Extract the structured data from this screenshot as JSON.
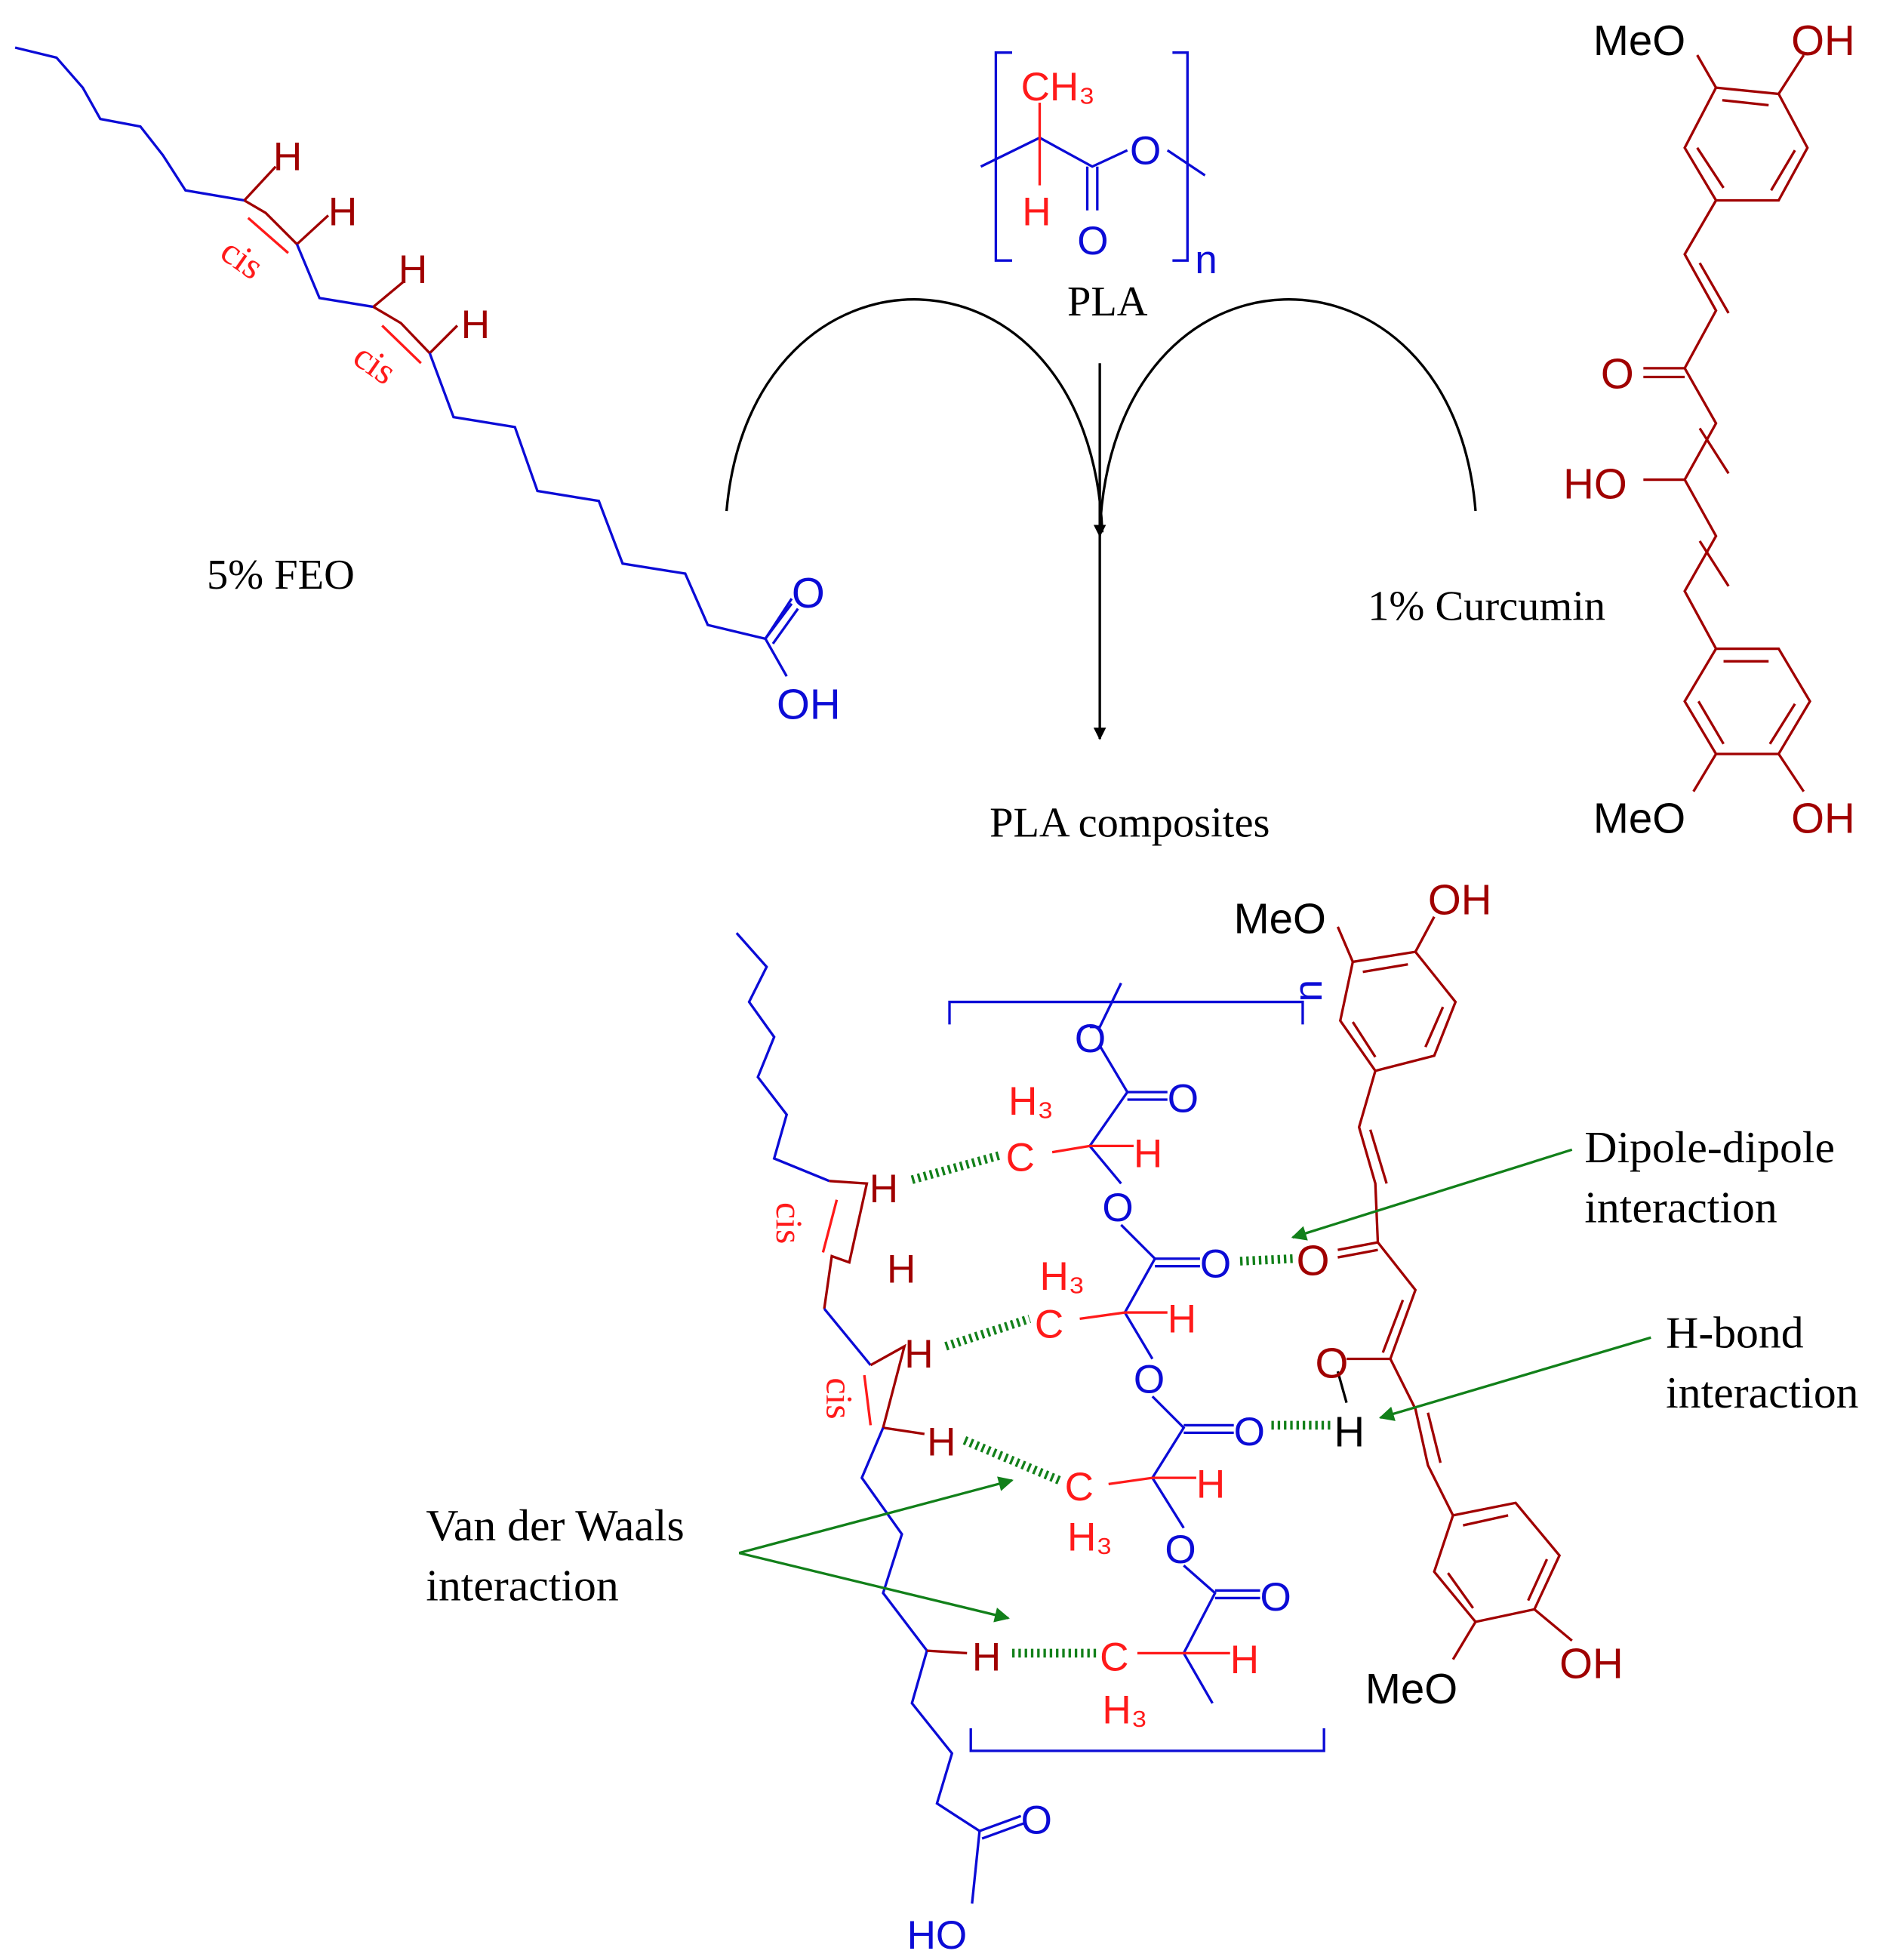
{
  "colors": {
    "blue": "#0b0bd6",
    "red": "#ff1a1a",
    "darkred": "#a00000",
    "green": "#12801a",
    "black": "#000000"
  },
  "top": {
    "feo_label": "5% FEO",
    "pla_label": "PLA",
    "curcumin_label": "1% Curcumin",
    "product_label": "PLA  composites",
    "cis": "cis",
    "H": "H",
    "O": "O",
    "OH": "OH",
    "HO": "HO",
    "MeO": "MeO",
    "CH3": "CH₃",
    "n": "n"
  },
  "bottom": {
    "cis": "cis",
    "H": "H",
    "C": "C",
    "H3": "H₃",
    "O": "O",
    "OH": "OH",
    "HO": "HO",
    "MeO": "MeO",
    "n": "n"
  },
  "annotations": {
    "dipole_line1": "Dipole-dipole",
    "dipole_line2": "interaction",
    "hbond_line1": "H-bond",
    "hbond_line2": "interaction",
    "vdw_line1": "Van der Waals",
    "vdw_line2": "interaction"
  }
}
